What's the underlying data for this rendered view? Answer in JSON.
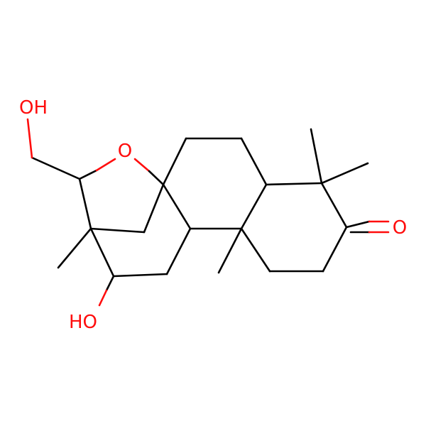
{
  "molecule": {
    "atom_labels": {
      "hydroxymethyl_oh": "OH",
      "ether_o": "O",
      "ketone_o": "O",
      "secondary_oh": "HO"
    },
    "colors": {
      "bond": "#000000",
      "heteroatom": "#ff0d0d",
      "background": "#ffffff"
    }
  }
}
